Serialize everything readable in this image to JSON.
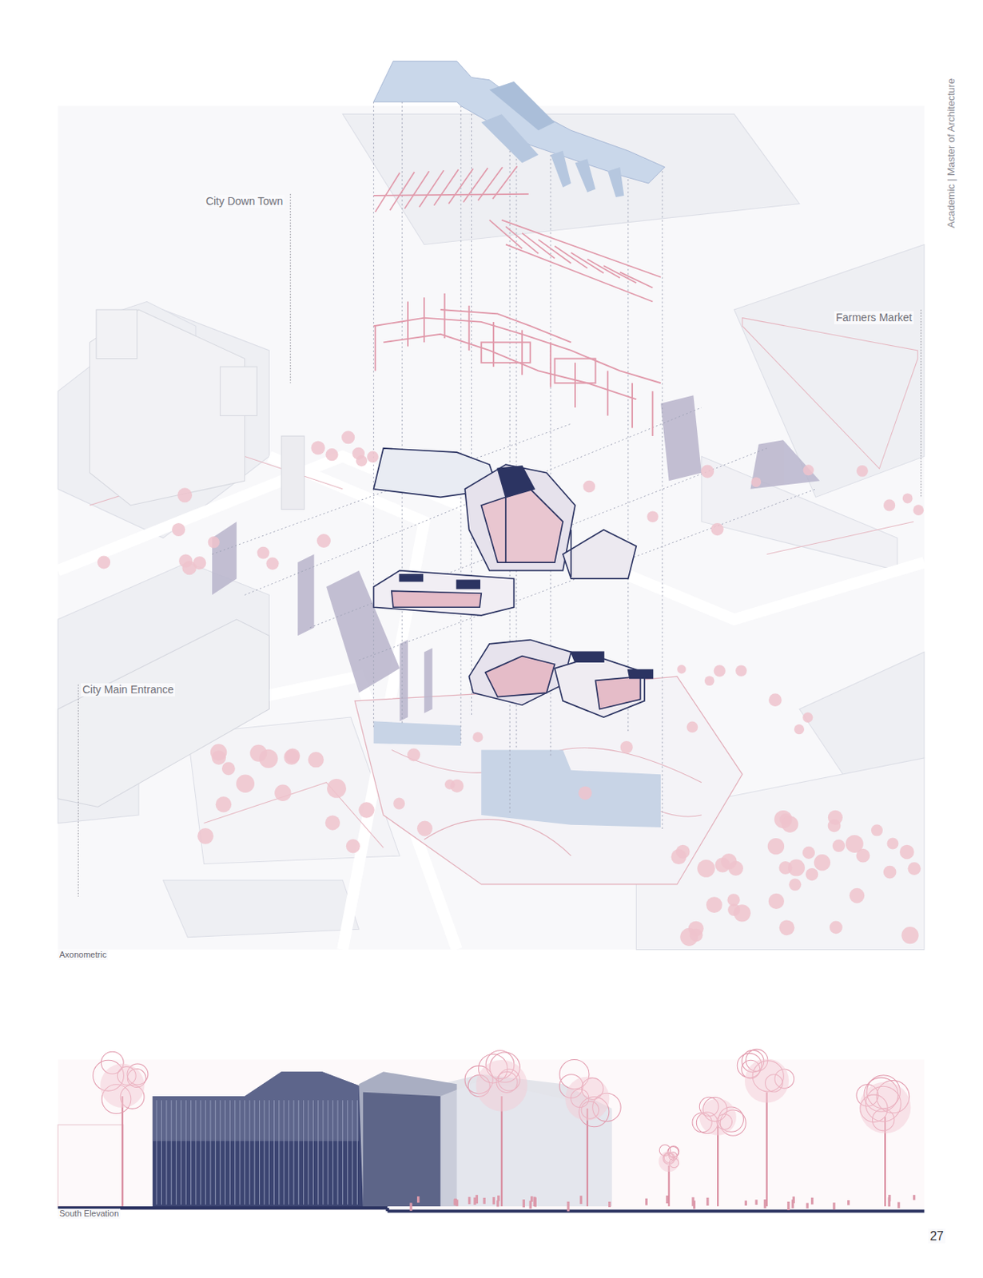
{
  "diagram": {
    "labels": [
      "Academic | Master of Architecture",
      "City Down Town",
      "Farmers Market",
      "City Main Entrance",
      "Axonometric",
      "South Elevation",
      "27"
    ]
  }
}
